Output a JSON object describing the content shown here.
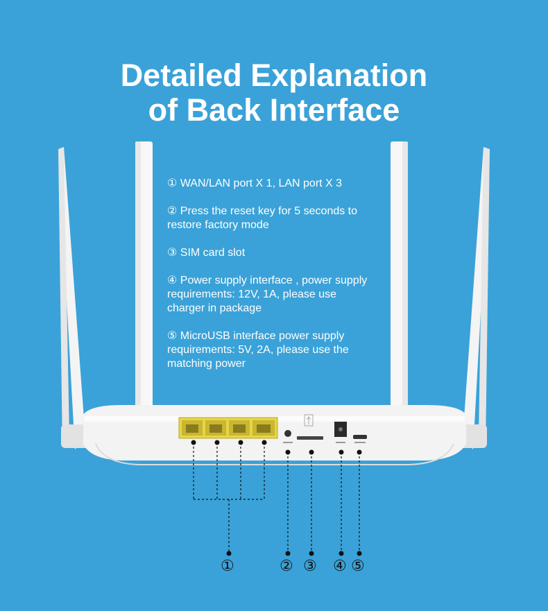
{
  "title": {
    "line1": "Detailed Explanation",
    "line2": "of Back Interface"
  },
  "notes": [
    "① WAN/LAN port X 1, LAN port X 3",
    "② Press the reset key for 5 seconds to\n restore factory mode",
    "③ SIM card slot",
    "④ Power supply interface , power supply\nrequirements: 12V, 1A, please use\ncharger in package",
    "⑤ MicroUSB interface power supply\nrequirements: 5V, 2A, please use the\nmatching power"
  ],
  "callouts": [
    "①",
    "②",
    "③",
    "④",
    "⑤"
  ],
  "colors": {
    "background": "#3aa2d8",
    "router_body": "#f3f3f3",
    "port_block": "#e8d545",
    "text": "#ffffff"
  },
  "icons": [
    "wan-lan-port-icon",
    "reset-button-icon",
    "sim-slot-icon",
    "dc-power-jack-icon",
    "micro-usb-port-icon"
  ]
}
